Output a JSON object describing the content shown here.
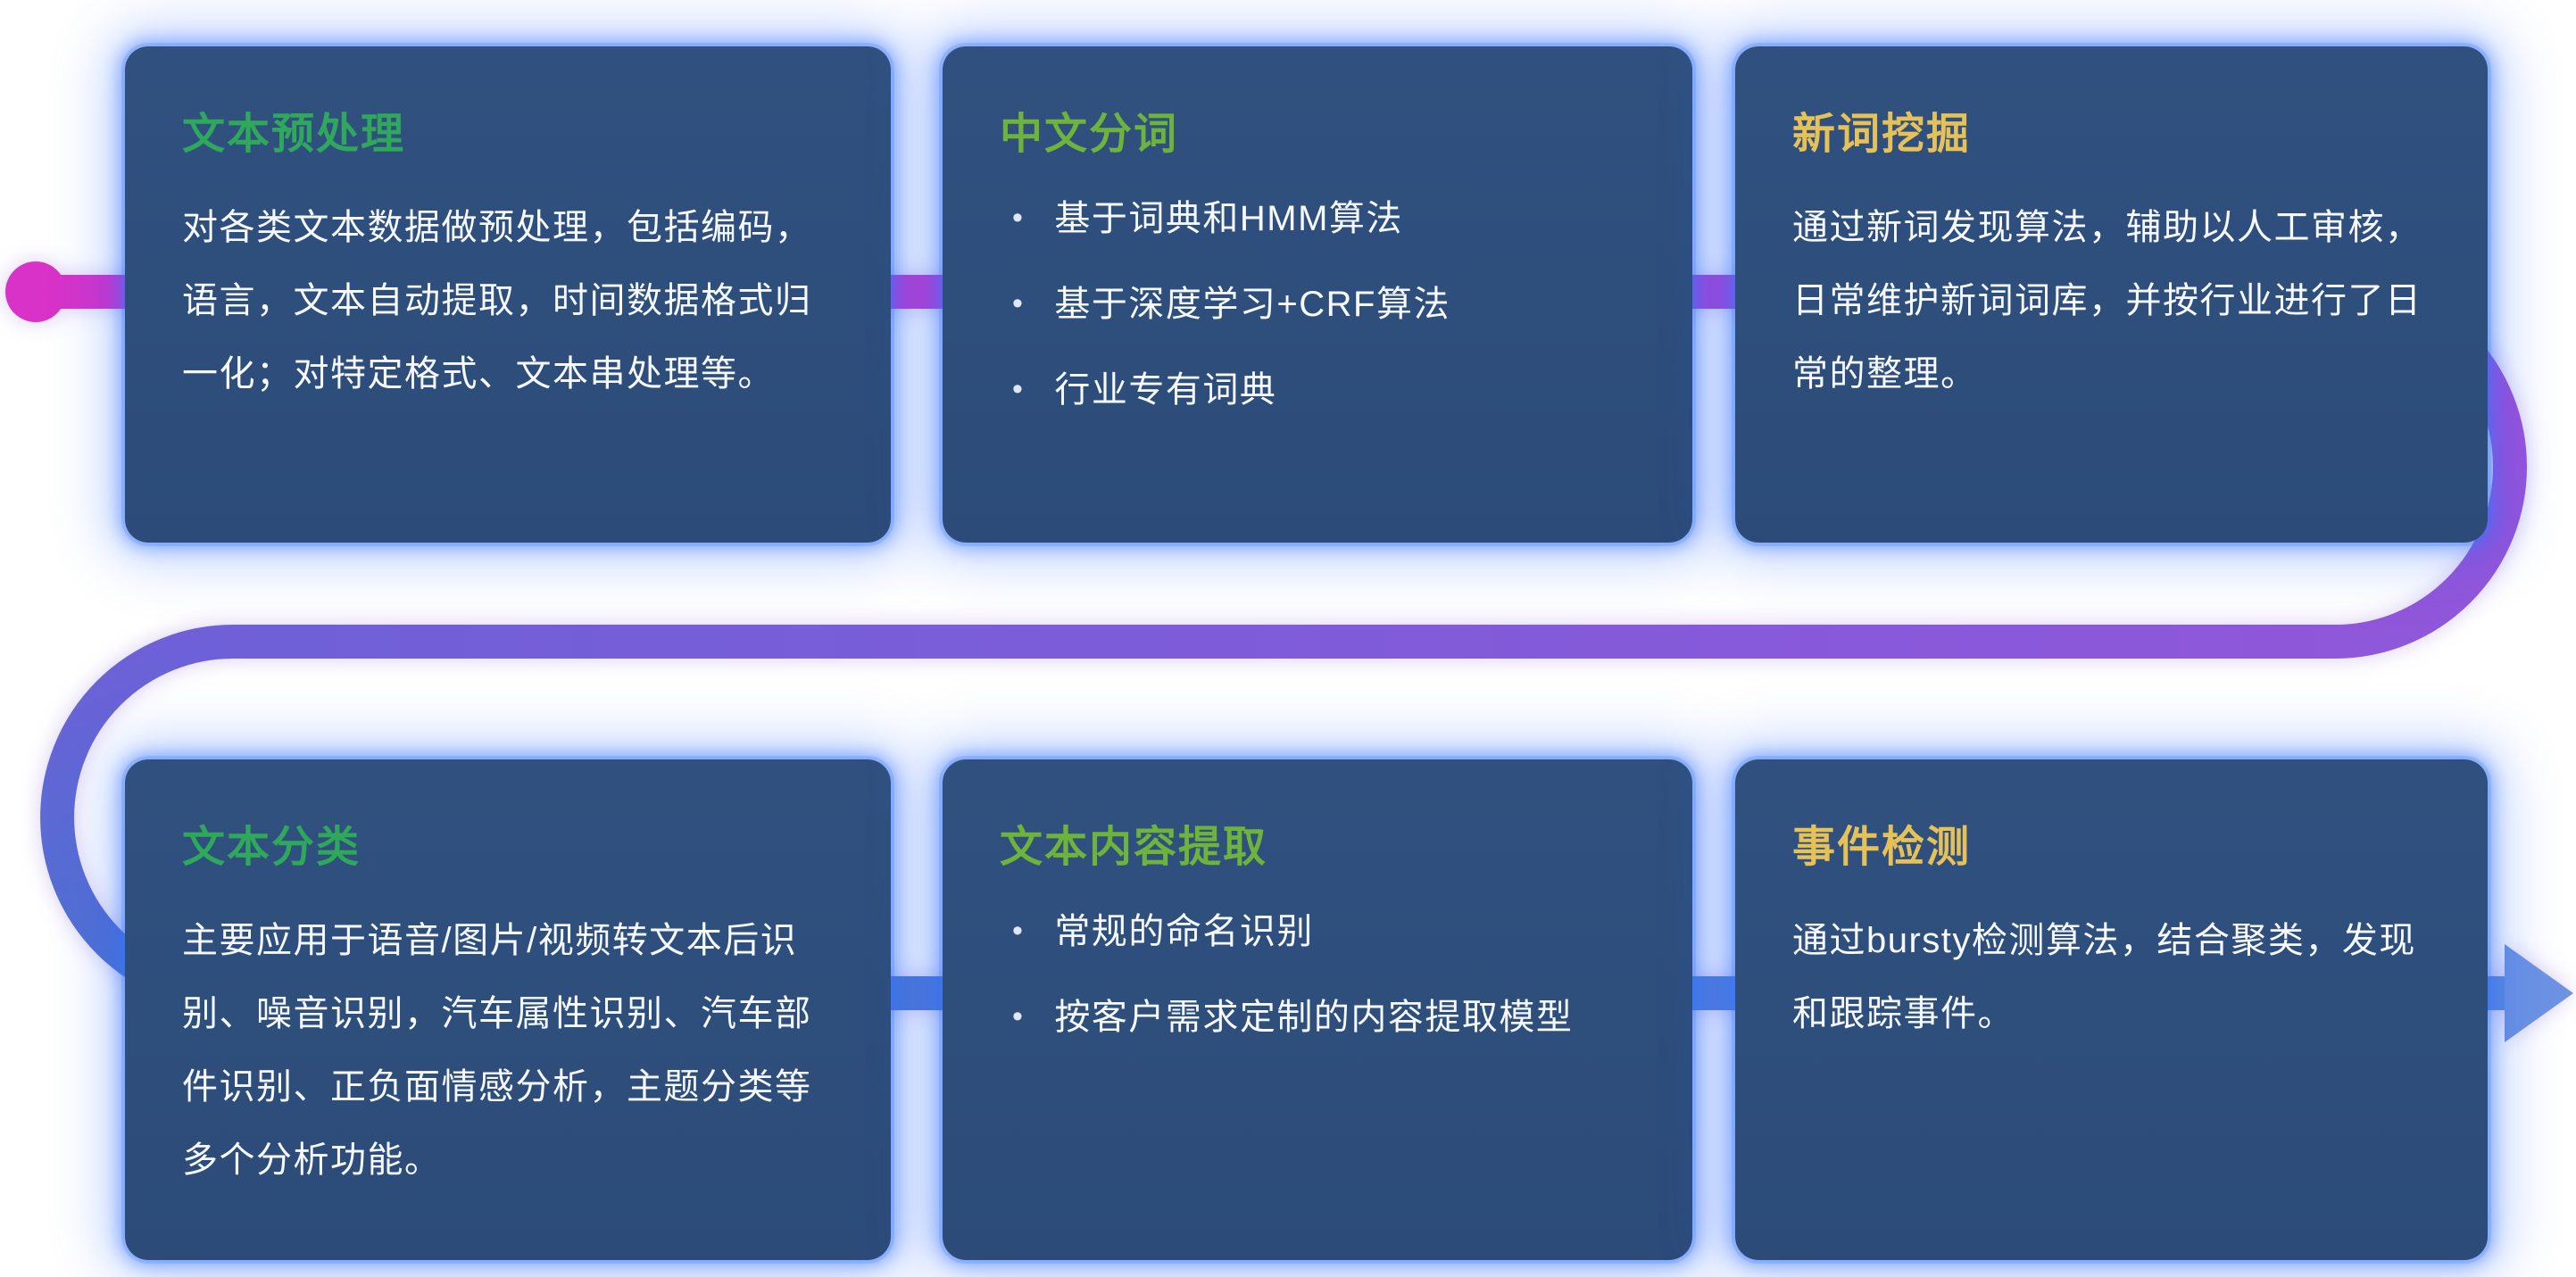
{
  "cards": [
    {
      "title": "文本预处理",
      "title_color": "#2fa85c",
      "body": "对各类文本数据做预处理，包括编码，语言，文本自动提取，时间数据格式归一化；对特定格式、文本串处理等。"
    },
    {
      "title": "中文分词",
      "title_color": "#6db33c",
      "bullets": [
        "基于词典和HMM算法",
        "基于深度学习+CRF算法",
        "行业专有词典"
      ]
    },
    {
      "title": "新词挖掘",
      "title_color": "#e6c158",
      "body": "通过新词发现算法，辅助以人工审核，日常维护新词词库，并按行业进行了日常的整理。"
    },
    {
      "title": "文本分类",
      "title_color": "#2fa85c",
      "body": "主要应用于语音/图片/视频转文本后识别、噪音识别，汽车属性识别、汽车部件识别、正负面情感分析，主题分类等多个分析功能。"
    },
    {
      "title": "文本内容提取",
      "title_color": "#6db33c",
      "bullets": [
        "常规的命名识别",
        "按客户需求定制的内容提取模型"
      ]
    },
    {
      "title": "事件检测",
      "title_color": "#e6c158",
      "body": "通过bursty检测算法，结合聚类，发现和跟踪事件。"
    }
  ],
  "flow": {
    "magenta": "#d832c8",
    "purple1": "#a44ed8",
    "purple2": "#8f57da",
    "violet": "#6f60d8",
    "blue1": "#4b73d0",
    "blue2": "#5f8ada",
    "arrow": "#6d93e2",
    "start_dot": "#d832c8"
  }
}
